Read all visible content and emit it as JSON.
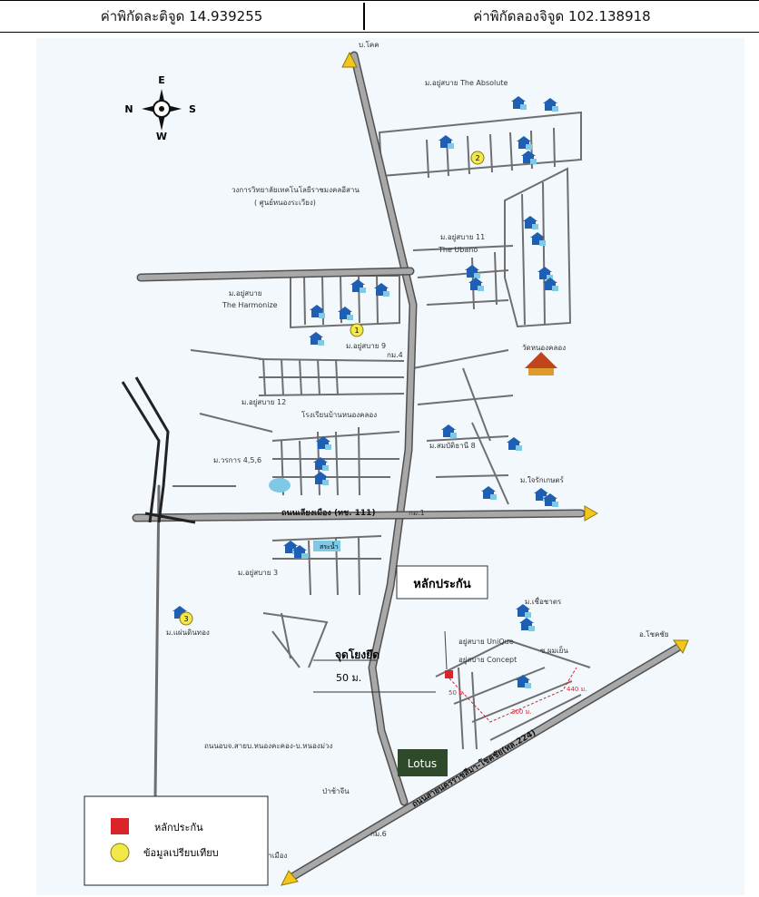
{
  "coordinates": {
    "latitude_label": "ค่าพิกัดละติจูด 14.939255",
    "longitude_label": "ค่าพิกัดลองจิจูด 102.138918"
  },
  "compass": {
    "e": "E",
    "n": "N",
    "s": "S",
    "w": "W"
  },
  "places": {
    "ban_khok": "บ.โคค",
    "absolute": "ม.อยู่สบาย The Absolute",
    "college": "วงการวิทยาลัยเทคโนโลยีราชมงคลอีสาน",
    "college_sub": "( ศูนย์หนองระเวียง)",
    "ubano": "ม.อยู่สบาย 11",
    "ubano_en": "The Ubano",
    "harmonize": "ม.อยู่สบาย",
    "harmonize_en": "The Harmonize",
    "yusabai9": "ม.อยู่สบาย 9",
    "wat": "วัดหนองคลอง",
    "yusabai12": "ม.อยู่สบาย 12",
    "school": "โรงเรียนบ้านหนองคลอง",
    "samnakthani": "ม.สมบัติธานี 8",
    "warakorn": "ม.วรการ 4,5,6",
    "jaroenkan": "ม.ใจรักเกษตร์",
    "road_main": "ถนนเลียงเมือง (ทช. 111)",
    "yusabai3": "ม.อยู่สบาย 3",
    "lak_prakan": "หลักประกัน",
    "chueyaras": "ม.เชื่อชาตร",
    "unique": "อยู่สบาย UniQue",
    "somyen": "ซ.ผมเย็น",
    "concept": "อยู่สบาย Concept",
    "mae_sin": "ม.แผ่นดินทอง",
    "reference_point": "จุดโยงยึด",
    "ref_distance": "50 ม.",
    "dist_50": "50 ม.",
    "dist_300": "300 ม.",
    "dist_440": "440 ม.",
    "local_road": "ถนนอบจ.สายบ.หนองคะคอง-บ.หนองม่วง",
    "pachajin": "ป่าช้าจีน",
    "main_highway": "ถนนสายนครราชสีมา-โชคชัย(ทล.224)",
    "chokchai": "อ.โชคชัย",
    "city": "เข้าเมือง",
    "pond": "สระน้ำ",
    "lotus": "Lotus",
    "ko6": "กม.6",
    "ko1": "กม.1",
    "ko4": "กม.4"
  },
  "markers": {
    "m1": "1",
    "m2": "2",
    "m3": "3"
  },
  "legend": {
    "collateral": "หลักประกัน",
    "comparable": "ข้อมูลเปรียบเทียบ"
  },
  "colors": {
    "road": "#9a9a9a",
    "arrow": "#f5c518",
    "collateral": "#d9252a",
    "comparable": "#f2e84a",
    "house": "#1e5fb4",
    "lane": "#6f6f6f"
  }
}
